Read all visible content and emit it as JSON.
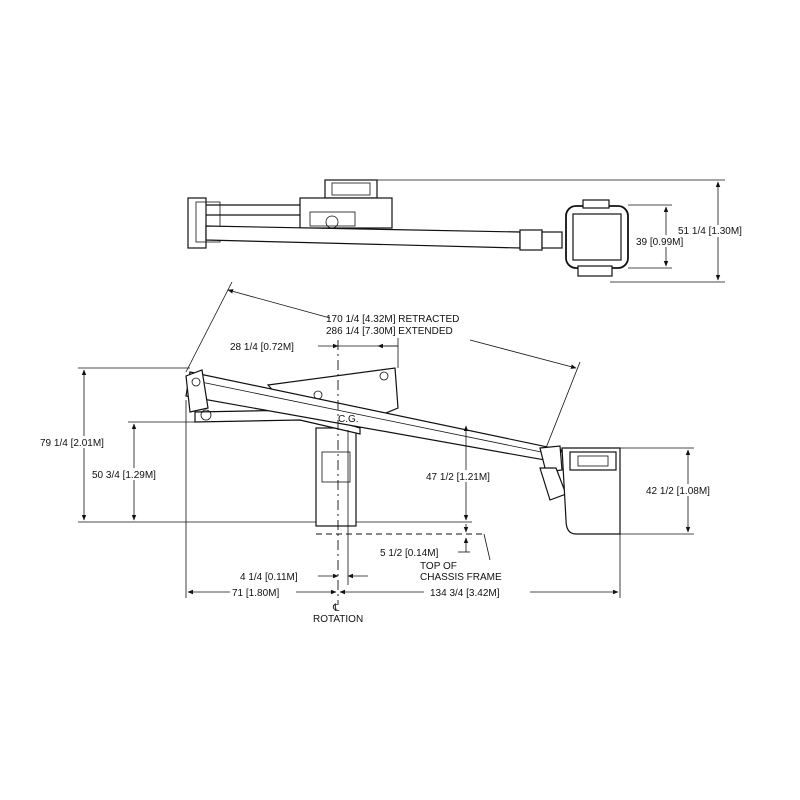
{
  "dimensions": {
    "top_view_overall_height": "51 1/4 [1.30M]",
    "top_view_platform_height": "39 [0.99M]",
    "boom_length_retracted": "170 1/4 [4.32M] RETRACTED",
    "boom_length_extended": "286 1/4 [7.30M] EXTENDED",
    "cg_offset": "28 1/4 [0.72M]",
    "overall_height": "79 1/4 [2.01M]",
    "pivot_height": "50 3/4 [1.29M]",
    "boom_tip_height": "47 1/2 [1.21M]",
    "platform_height": "42 1/2 [1.08M]",
    "chassis_offset": "5 1/2 [0.14M]",
    "rotation_offset": "4 1/4 [0.11M]",
    "rear_length": "71 [1.80M]",
    "front_length": "134 3/4 [3.42M]"
  },
  "labels": {
    "cg": "C.G.",
    "top_of_line1": "TOP OF",
    "top_of_line2": "CHASSIS FRAME",
    "centerline_symbol": "℄",
    "rotation": "ROTATION"
  }
}
